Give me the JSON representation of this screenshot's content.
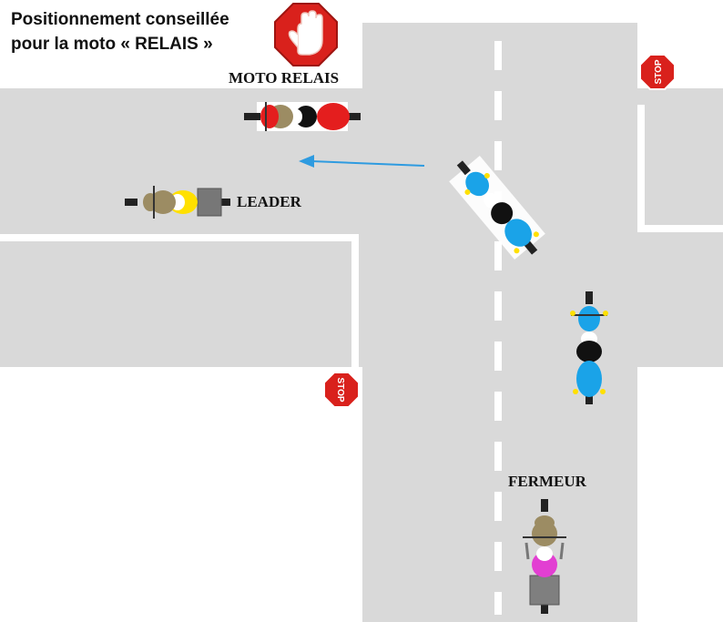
{
  "title": {
    "line1": "Positionnement conseillée",
    "line2": "pour la moto « RELAIS »"
  },
  "labels": {
    "moto_relais": "MOTO RELAIS",
    "leader": "LEADER",
    "fermeur": "FERMEUR"
  },
  "signs": {
    "stop_text": "STOP"
  },
  "colors": {
    "road": "#d9d9d9",
    "lane_marking": "#ffffff",
    "arrow": "#2e9be0",
    "stop_sign": "#d9211c",
    "hand_sign": "#d9211c",
    "relais_bike": "#e41e1e",
    "leader_bike": "#ffe000",
    "rider_blue": "#1aa3e8",
    "fermeur_bike": "#e23fd2",
    "rider_khaki": "#9c8c63"
  },
  "icons": [
    "stop-hand-icon",
    "stop-sign-icon"
  ]
}
